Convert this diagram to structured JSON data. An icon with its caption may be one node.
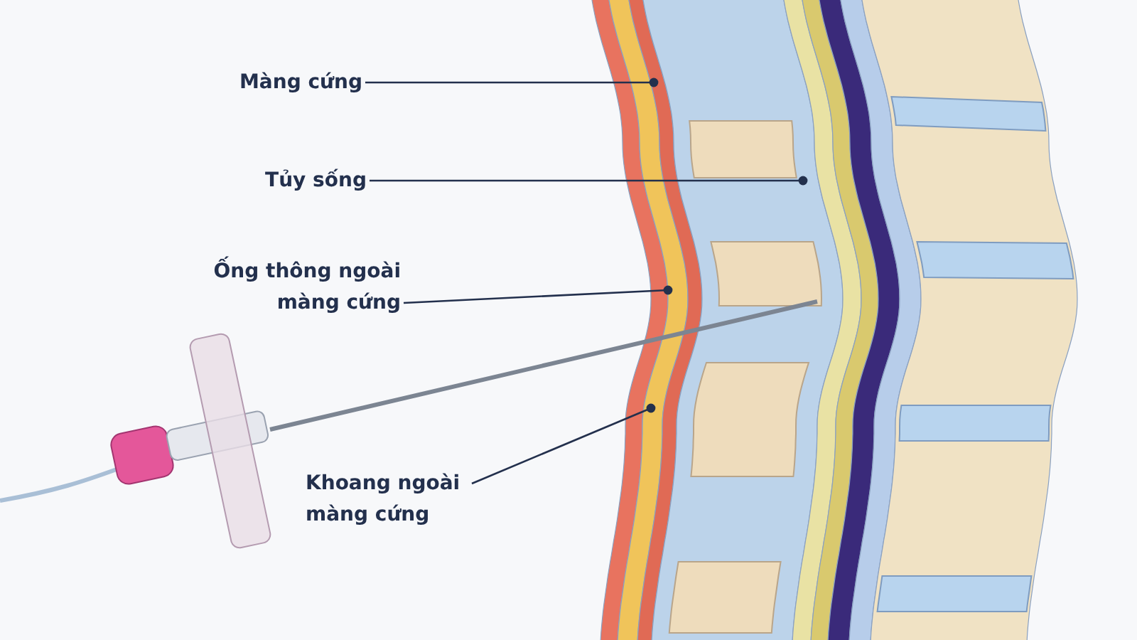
{
  "diagram": {
    "nodes": [
      {
        "text": [
          "Màng cứng"
        ]
      },
      {
        "text": [
          "Tủy sống"
        ]
      },
      {
        "text": [
          "Ống thông ngoài màng cứng"
        ]
      },
      {
        "text": [
          "Khoang ngoài màng cứng"
        ]
      }
    ],
    "edges": [
      {
        "from": 0,
        "to": null,
        "arrow": "other"
      },
      {
        "from": 1,
        "to": null,
        "arrow": "other"
      },
      {
        "from": 2,
        "to": null,
        "arrow": "other"
      },
      {
        "from": 3,
        "to": null,
        "arrow": "other"
      }
    ]
  }
}
